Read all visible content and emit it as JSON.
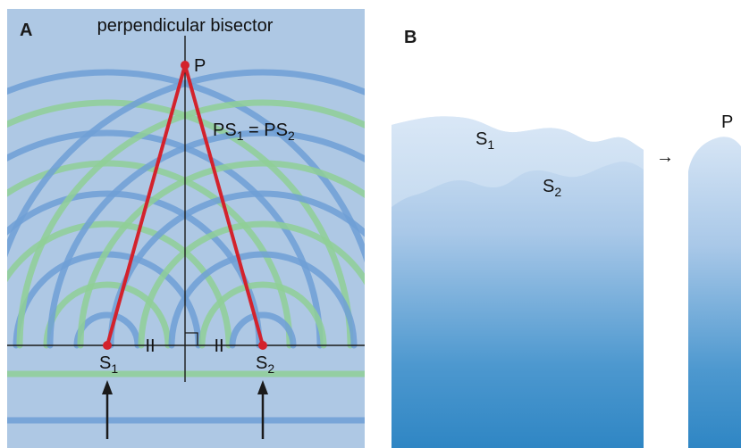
{
  "panel_a": {
    "label": "A",
    "title": "perpendicular bisector",
    "point_p": "P",
    "source_1": "S",
    "source_1_sub": "1",
    "source_2": "S",
    "source_2_sub": "2",
    "equation": {
      "lhs": "PS",
      "lhs_sub": "1",
      "eq": " = PS",
      "rhs_sub": "2"
    },
    "tick_marks": [
      "II",
      "II"
    ],
    "colors": {
      "background": "#aec8e4",
      "wave_blue": "#6f9fd6",
      "wave_green": "#8fcf96",
      "line": "#d3222c",
      "axis": "#1a1a1a"
    }
  },
  "panel_b": {
    "label": "B",
    "wave_1": "S",
    "wave_1_sub": "1",
    "wave_2": "S",
    "wave_2_sub": "2",
    "point_p": "P",
    "arrow": "→",
    "colors": {
      "top": "#cfe0f2",
      "bottom": "#2f86c4"
    }
  }
}
